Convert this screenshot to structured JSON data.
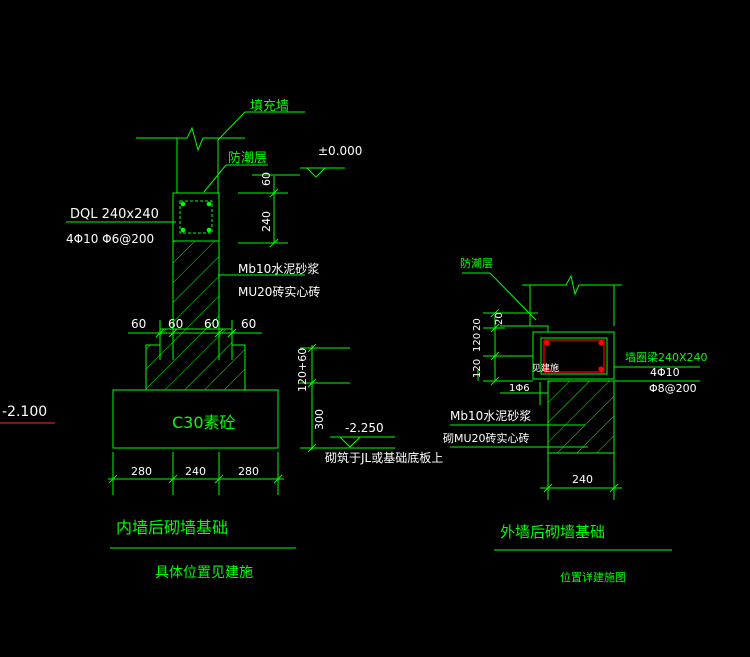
{
  "colors": {
    "background": "#000000",
    "line": "#00ff00",
    "text_white": "#ffffff",
    "text_green": "#00ff00",
    "rebar_red": "#ff0000",
    "level_red": "#ff2a2a"
  },
  "left_detail": {
    "label_infill_wall": "填充墙",
    "label_dpc": "防潮层",
    "level_zero": "±0.000",
    "dim_60_top": "60",
    "dim_240_top": "240",
    "beam_label": "DQL 240x240",
    "beam_rebar": "4Φ10  Φ6@200",
    "mortar_label": "Mb10水泥砂浆",
    "brick_label": "MU20砖实心砖",
    "dim_60_a": "60",
    "dim_60_b": "60",
    "dim_60_c": "60",
    "dim_60_d": "60",
    "dim_120_60": "120+60",
    "dim_300": "300",
    "concrete_label": "C30素砼",
    "level_minus_2250": "-2.250",
    "base_note": "砌筑于JL或基础底板上",
    "dim_280_left": "280",
    "dim_240_mid": "240",
    "dim_280_right": "280",
    "title": "内墙后砌墙基础",
    "subtitle": "具体位置见建施"
  },
  "side_level": "-2.100",
  "right_detail": {
    "label_dpc": "防潮层",
    "dim_20": "20",
    "dim_120_a": "120",
    "dim_20_b": "20",
    "dim_120_b": "120",
    "dim_phi6": "1Φ6",
    "small_label": "见建施",
    "beam_label": "墙圈梁240X240",
    "beam_rebar_a": "4Φ10",
    "beam_rebar_b": "Φ8@200",
    "mortar_label": "Mb10水泥砂浆",
    "brick_label": "砌MU20砖实心砖",
    "dim_240": "240",
    "title": "外墙后砌墙基础",
    "subtitle": "位置详建施图"
  }
}
